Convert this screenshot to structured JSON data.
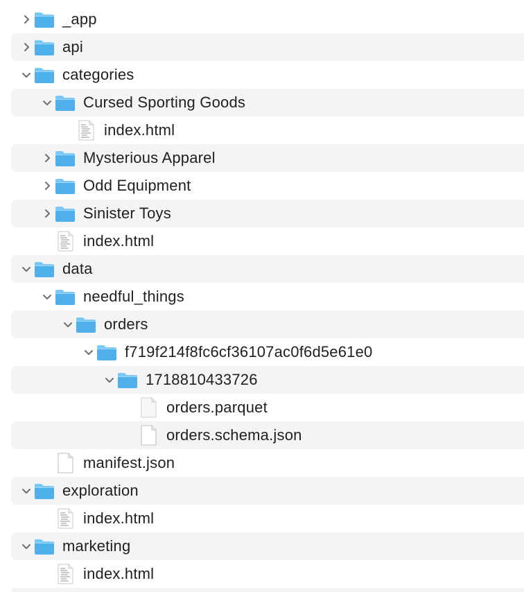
{
  "tree": {
    "rows": [
      {
        "label": "_app",
        "kind": "folder",
        "expanded": false,
        "depth": 0
      },
      {
        "label": "api",
        "kind": "folder",
        "expanded": false,
        "depth": 0
      },
      {
        "label": "categories",
        "kind": "folder",
        "expanded": true,
        "depth": 0
      },
      {
        "label": "Cursed Sporting Goods",
        "kind": "folder",
        "expanded": true,
        "depth": 1
      },
      {
        "label": "index.html",
        "kind": "html-file",
        "depth": 2
      },
      {
        "label": "Mysterious Apparel",
        "kind": "folder",
        "expanded": false,
        "depth": 1
      },
      {
        "label": "Odd Equipment",
        "kind": "folder",
        "expanded": false,
        "depth": 1
      },
      {
        "label": "Sinister Toys",
        "kind": "folder",
        "expanded": false,
        "depth": 1
      },
      {
        "label": "index.html",
        "kind": "html-file",
        "depth": 1
      },
      {
        "label": "data",
        "kind": "folder",
        "expanded": true,
        "depth": 0
      },
      {
        "label": "needful_things",
        "kind": "folder",
        "expanded": true,
        "depth": 1
      },
      {
        "label": "orders",
        "kind": "folder",
        "expanded": true,
        "depth": 2
      },
      {
        "label": "f719f214f8fc6cf36107ac0f6d5e61e0",
        "kind": "folder",
        "expanded": true,
        "depth": 3
      },
      {
        "label": "1718810433726",
        "kind": "folder",
        "expanded": true,
        "depth": 4
      },
      {
        "label": "orders.parquet",
        "kind": "blank-file",
        "depth": 5
      },
      {
        "label": "orders.schema.json",
        "kind": "doc-file",
        "depth": 5
      },
      {
        "label": "manifest.json",
        "kind": "doc-file",
        "depth": 1
      },
      {
        "label": "exploration",
        "kind": "folder",
        "expanded": true,
        "depth": 0
      },
      {
        "label": "index.html",
        "kind": "html-file",
        "depth": 1
      },
      {
        "label": "marketing",
        "kind": "folder",
        "expanded": true,
        "depth": 0
      },
      {
        "label": "index.html",
        "kind": "html-file",
        "depth": 1
      }
    ]
  },
  "colors": {
    "folder_top": "#7cc8f5",
    "folder_body": "#4fb0ec",
    "alt_row": "#f4f4f4",
    "chevron": "#6e6e6e",
    "text": "#1f1f1f"
  }
}
